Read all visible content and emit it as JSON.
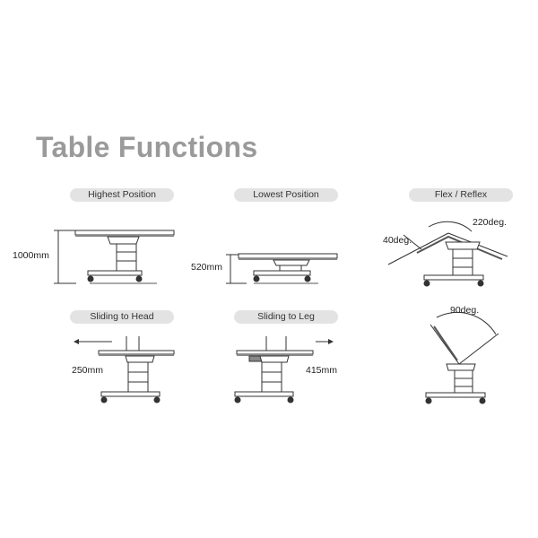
{
  "title": "Table Functions",
  "panels": [
    {
      "name": "Highest Position",
      "measure": "1000mm"
    },
    {
      "name": "Lowest Position",
      "measure": "520mm"
    },
    {
      "name": "Flex / Reflex",
      "measures": [
        "220deg.",
        "40deg."
      ]
    },
    {
      "name": "Sliding to Head",
      "measure": "250mm"
    },
    {
      "name": "Sliding to Leg",
      "measure": "415mm"
    },
    {
      "name": "",
      "measure": "90deg."
    }
  ],
  "colors": {
    "title": "#9a9a9a",
    "pill": "#e3e3e3",
    "line": "#444444"
  }
}
